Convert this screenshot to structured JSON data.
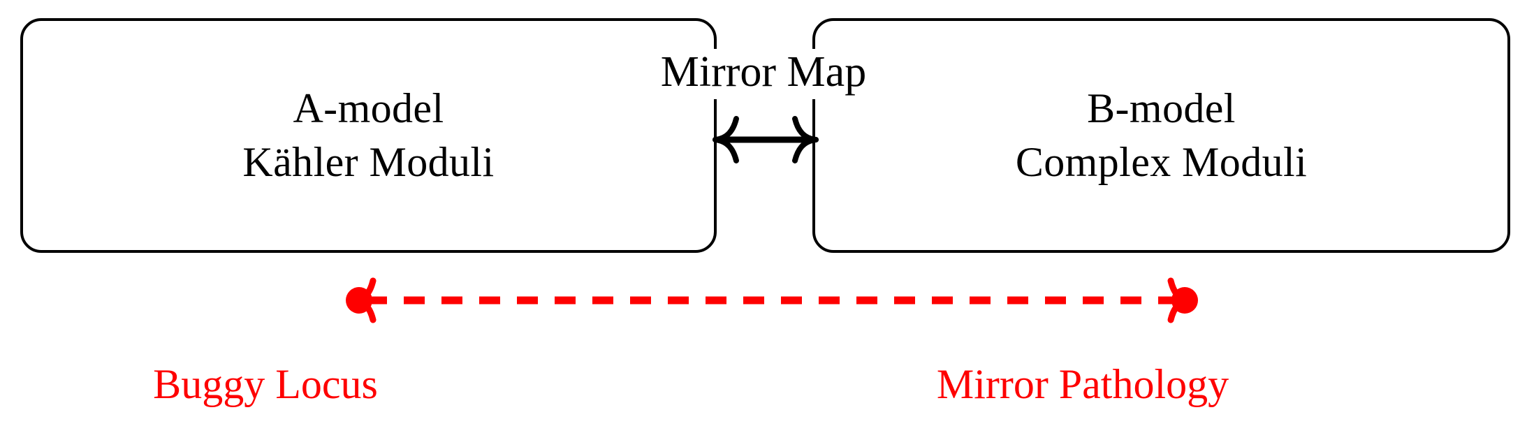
{
  "diagram": {
    "title": "Mirror Symmetry Buggy Locus Diagram",
    "background_color": "#ffffff",
    "stroke_color": "#000000",
    "accent_color": "#fe0000"
  },
  "boxes": [
    {
      "id": "a-model",
      "line1": "A-model",
      "line2": "Kähler Moduli"
    },
    {
      "id": "b-model",
      "line1": "B-model",
      "line2": "Complex Moduli"
    }
  ],
  "connector": {
    "label": "Mirror Map",
    "style": "double-headed-arrow",
    "color": "#000000"
  },
  "pathology_link": {
    "style": "dashed-double-arrow-with-endpoint-dots",
    "color": "#fe0000",
    "dash_pattern": "28 22",
    "endpoint_dot_radius": 19
  },
  "captions": {
    "left": "Buggy Locus",
    "right": "Mirror Pathology"
  }
}
